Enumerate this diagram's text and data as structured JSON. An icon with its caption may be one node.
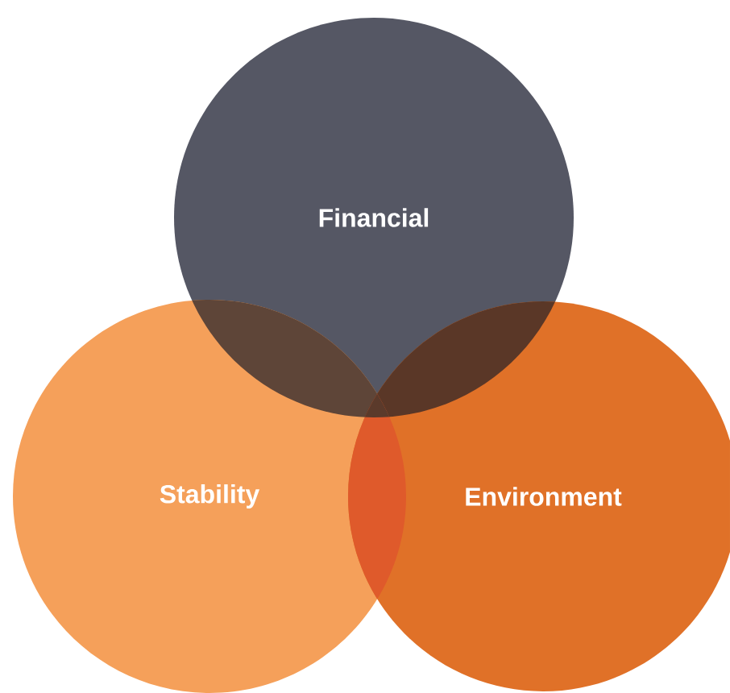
{
  "diagram": {
    "nodes": [
      {
        "text": [
          "Financial"
        ]
      },
      {
        "text": [
          "Stability"
        ]
      },
      {
        "text": [
          "Environment"
        ]
      }
    ]
  }
}
